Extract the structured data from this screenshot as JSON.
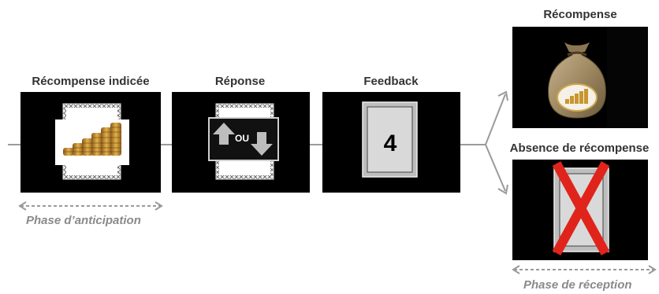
{
  "stages": {
    "cue": {
      "label": "Récompense indicée"
    },
    "response": {
      "label": "Réponse",
      "choice_word": "OU"
    },
    "feedback": {
      "label": "Feedback",
      "card_value": "4"
    },
    "reward": {
      "label": "Récompense"
    },
    "no_reward": {
      "label": "Absence de récompense"
    }
  },
  "phases": {
    "anticipation": "Phase d’anticipation",
    "reception": "Phase de réception"
  },
  "colors": {
    "frame": "#000000",
    "connector": "#9a9a9a",
    "phase_arrow": "#9a9a9a",
    "cross": "#e0241b",
    "coin": "#c9962e",
    "card": "#d9d9d9"
  }
}
